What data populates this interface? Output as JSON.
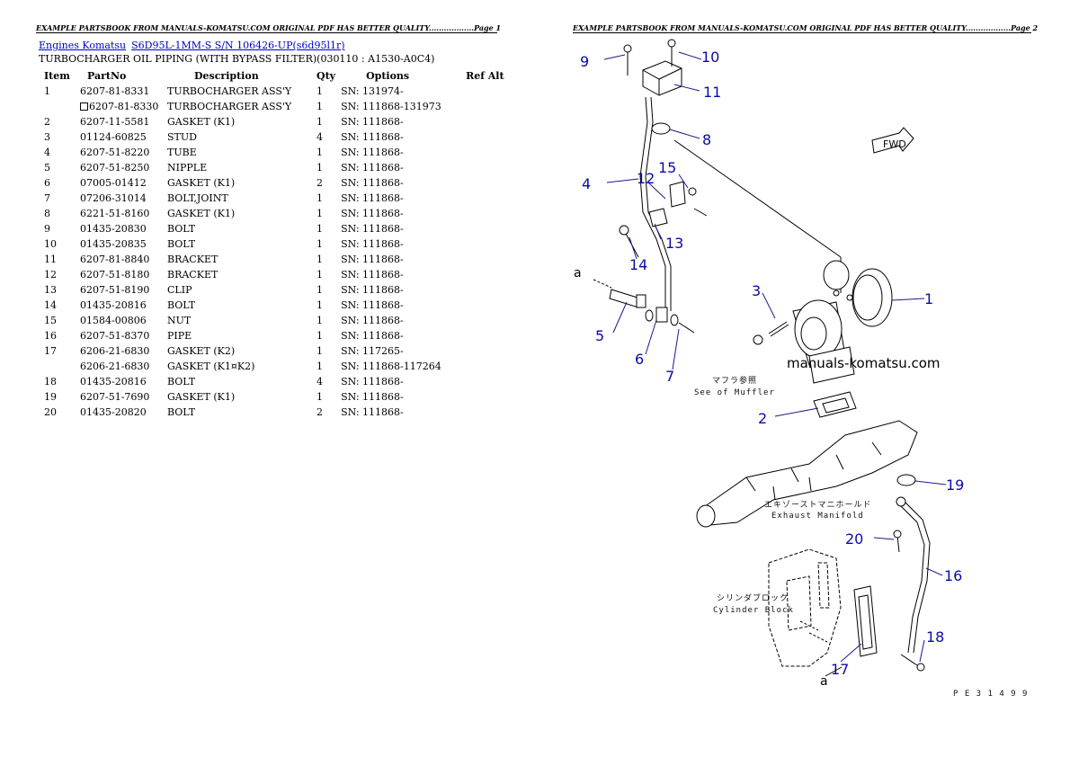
{
  "headers": {
    "page1": "EXAMPLE PARTSBOOK FROM MANUALS-KOMATSU.COM ORIGINAL PDF HAS BETTER QUALITY..................Page 1",
    "page2": "EXAMPLE PARTSBOOK FROM MANUALS-KOMATSU.COM ORIGINAL PDF HAS BETTER QUALITY..................Page 2"
  },
  "breadcrumb": {
    "engines": "Engines Komatsu",
    "model": "S6D95L-1MM-S S/N 106426-UP(s6d95l1r)"
  },
  "title": "TURBOCHARGER OIL PIPING (WITH BYPASS FILTER)(030110 : A1530-A0C4)",
  "table": {
    "columns": [
      "Item",
      "PartNo",
      "Description",
      "Qty",
      "Options",
      "Ref Alt"
    ],
    "rows": [
      {
        "item": "1",
        "part": "6207-81-8331",
        "desc": "TURBOCHARGER ASS'Y",
        "qty": "1",
        "opt": "SN: 131974-",
        "ref": "",
        "box": false
      },
      {
        "item": "",
        "part": "6207-81-8330",
        "desc": "TURBOCHARGER ASS'Y",
        "qty": "1",
        "opt": "SN: 111868-131973",
        "ref": "",
        "box": true
      },
      {
        "item": "2",
        "part": "6207-11-5581",
        "desc": "GASKET (K1)",
        "qty": "1",
        "opt": "SN: 111868-",
        "ref": "",
        "box": false
      },
      {
        "item": "3",
        "part": "01124-60825",
        "desc": "STUD",
        "qty": "4",
        "opt": "SN: 111868-",
        "ref": "",
        "box": false
      },
      {
        "item": "4",
        "part": "6207-51-8220",
        "desc": "TUBE",
        "qty": "1",
        "opt": "SN: 111868-",
        "ref": "",
        "box": false
      },
      {
        "item": "5",
        "part": "6207-51-8250",
        "desc": "NIPPLE",
        "qty": "1",
        "opt": "SN: 111868-",
        "ref": "",
        "box": false
      },
      {
        "item": "6",
        "part": "07005-01412",
        "desc": "GASKET (K1)",
        "qty": "2",
        "opt": "SN: 111868-",
        "ref": "",
        "box": false
      },
      {
        "item": "7",
        "part": "07206-31014",
        "desc": "BOLT,JOINT",
        "qty": "1",
        "opt": "SN: 111868-",
        "ref": "",
        "box": false
      },
      {
        "item": "8",
        "part": "6221-51-8160",
        "desc": "GASKET (K1)",
        "qty": "1",
        "opt": "SN: 111868-",
        "ref": "",
        "box": false
      },
      {
        "item": "9",
        "part": "01435-20830",
        "desc": "BOLT",
        "qty": "1",
        "opt": "SN: 111868-",
        "ref": "",
        "box": false
      },
      {
        "item": "10",
        "part": "01435-20835",
        "desc": "BOLT",
        "qty": "1",
        "opt": "SN: 111868-",
        "ref": "",
        "box": false
      },
      {
        "item": "11",
        "part": "6207-81-8840",
        "desc": "BRACKET",
        "qty": "1",
        "opt": "SN: 111868-",
        "ref": "",
        "box": false
      },
      {
        "item": "12",
        "part": "6207-51-8180",
        "desc": "BRACKET",
        "qty": "1",
        "opt": "SN: 111868-",
        "ref": "",
        "box": false
      },
      {
        "item": "13",
        "part": "6207-51-8190",
        "desc": "CLIP",
        "qty": "1",
        "opt": "SN: 111868-",
        "ref": "",
        "box": false
      },
      {
        "item": "14",
        "part": "01435-20816",
        "desc": "BOLT",
        "qty": "1",
        "opt": "SN: 111868-",
        "ref": "",
        "box": false
      },
      {
        "item": "15",
        "part": "01584-00806",
        "desc": "NUT",
        "qty": "1",
        "opt": "SN: 111868-",
        "ref": "",
        "box": false
      },
      {
        "item": "16",
        "part": "6207-51-8370",
        "desc": "PIPE",
        "qty": "1",
        "opt": "SN: 111868-",
        "ref": "",
        "box": false
      },
      {
        "item": "17",
        "part": "6206-21-6830",
        "desc": "GASKET (K2)",
        "qty": "1",
        "opt": "SN: 117265-",
        "ref": "",
        "box": false
      },
      {
        "item": "",
        "part": "6206-21-6830",
        "desc": "GASKET (K1¤K2)",
        "qty": "1",
        "opt": "SN: 111868-117264",
        "ref": "",
        "box": false
      },
      {
        "item": "18",
        "part": "01435-20816",
        "desc": "BOLT",
        "qty": "4",
        "opt": "SN: 111868-",
        "ref": "",
        "box": false
      },
      {
        "item": "19",
        "part": "6207-51-7690",
        "desc": "GASKET (K1)",
        "qty": "1",
        "opt": "SN: 111868-",
        "ref": "",
        "box": false
      },
      {
        "item": "20",
        "part": "01435-20820",
        "desc": "BOLT",
        "qty": "2",
        "opt": "SN: 111868-",
        "ref": "",
        "box": false
      }
    ]
  },
  "diagram": {
    "callouts": [
      "1",
      "2",
      "3",
      "4",
      "5",
      "6",
      "7",
      "8",
      "9",
      "10",
      "11",
      "12",
      "13",
      "14",
      "15",
      "16",
      "17",
      "18",
      "19",
      "20"
    ],
    "ref_a_top": "a",
    "ref_a_bottom": "a",
    "muffler_jp": "マフラ参照",
    "muffler_en": "See of Muffler",
    "manifold_jp": "エキゾーストマニホールド",
    "manifold_en": "Exhaust Manifold",
    "block_jp": "シリンダブロック",
    "block_en": "Cylinder Block",
    "fwd": "FWD",
    "watermark": "manuals-komatsu.com",
    "figure_code": "P E 3 1 4 9 9",
    "colors": {
      "callout": "#0a0aa8",
      "link": "#0000cc"
    }
  }
}
